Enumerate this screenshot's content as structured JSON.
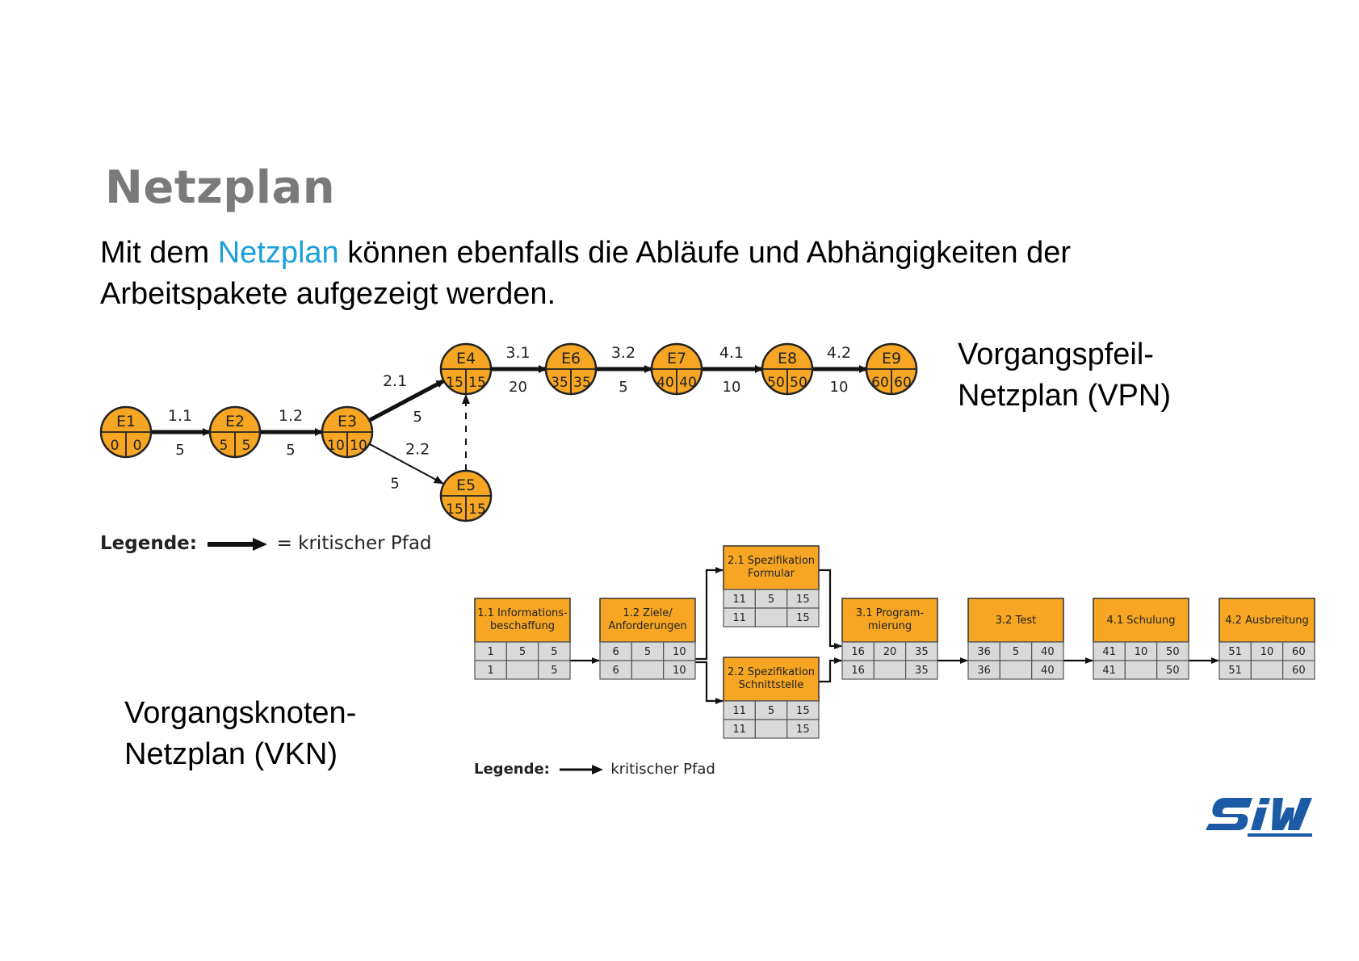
{
  "page": {
    "title": "Netzplan",
    "intro_before": "Mit dem ",
    "intro_highlight": "Netzplan",
    "intro_after": " können ebenfalls die Abläufe und Abhängigkeiten der Arbeitspakete aufgezeigt werden.",
    "vpn_label_line1": "Vorgangspfeil-",
    "vpn_label_line2": "Netzplan (VPN)",
    "vkn_label_line1": "Vorgangsknoten-",
    "vkn_label_line2": "Netzplan (VKN)",
    "logo_text": "SIW"
  },
  "colors": {
    "node_fill": "#f6a623",
    "title_gray": "#7a7a7a",
    "highlight": "#1aa0dc",
    "table_fill": "#d9d9d9",
    "logo_blue": "#1c5aa6"
  },
  "vpn": {
    "legend_label": "Legende:",
    "legend_text": "= kritischer Pfad",
    "events": [
      {
        "id": "E1",
        "name": "E1",
        "earliest": "0",
        "latest": "0"
      },
      {
        "id": "E2",
        "name": "E2",
        "earliest": "5",
        "latest": "5"
      },
      {
        "id": "E3",
        "name": "E3",
        "earliest": "10",
        "latest": "10"
      },
      {
        "id": "E4",
        "name": "E4",
        "earliest": "15",
        "latest": "15"
      },
      {
        "id": "E5",
        "name": "E5",
        "earliest": "15",
        "latest": "15"
      },
      {
        "id": "E6",
        "name": "E6",
        "earliest": "35",
        "latest": "35"
      },
      {
        "id": "E7",
        "name": "E7",
        "earliest": "40",
        "latest": "40"
      },
      {
        "id": "E8",
        "name": "E8",
        "earliest": "50",
        "latest": "50"
      },
      {
        "id": "E9",
        "name": "E9",
        "earliest": "60",
        "latest": "60"
      }
    ],
    "activities": [
      {
        "from": "E1",
        "to": "E2",
        "name": "1.1",
        "duration": "5",
        "critical": true
      },
      {
        "from": "E2",
        "to": "E3",
        "name": "1.2",
        "duration": "5",
        "critical": true
      },
      {
        "from": "E3",
        "to": "E4",
        "name": "2.1",
        "duration": "5",
        "critical": true
      },
      {
        "from": "E3",
        "to": "E5",
        "name": "2.2",
        "duration": "5",
        "critical": false
      },
      {
        "from": "E5",
        "to": "E4",
        "name": "",
        "duration": "",
        "critical": false,
        "dummy": true
      },
      {
        "from": "E4",
        "to": "E6",
        "name": "3.1",
        "duration": "20",
        "critical": true
      },
      {
        "from": "E6",
        "to": "E7",
        "name": "3.2",
        "duration": "5",
        "critical": true
      },
      {
        "from": "E7",
        "to": "E8",
        "name": "4.1",
        "duration": "10",
        "critical": true
      },
      {
        "from": "E8",
        "to": "E9",
        "name": "4.2",
        "duration": "10",
        "critical": true
      }
    ]
  },
  "vkn": {
    "legend_label": "Legende:",
    "legend_text": "kritischer Pfad",
    "nodes": [
      {
        "id": "n11",
        "line1": "1.1 Informations-",
        "line2": "beschaffung",
        "row1": [
          "1",
          "5",
          "5"
        ],
        "row2": [
          "1",
          "",
          "5"
        ]
      },
      {
        "id": "n12",
        "line1": "1.2 Ziele/",
        "line2": "Anforderungen",
        "row1": [
          "6",
          "5",
          "10"
        ],
        "row2": [
          "6",
          "",
          "10"
        ]
      },
      {
        "id": "n21",
        "line1": "2.1 Spezifikation",
        "line2": "Formular",
        "row1": [
          "11",
          "5",
          "15"
        ],
        "row2": [
          "11",
          "",
          "15"
        ]
      },
      {
        "id": "n22",
        "line1": "2.2 Spezifikation",
        "line2": "Schnittstelle",
        "row1": [
          "11",
          "5",
          "15"
        ],
        "row2": [
          "11",
          "",
          "15"
        ]
      },
      {
        "id": "n31",
        "line1": "3.1 Program-",
        "line2": "mierung",
        "row1": [
          "16",
          "20",
          "35"
        ],
        "row2": [
          "16",
          "",
          "35"
        ]
      },
      {
        "id": "n32",
        "line1": "3.2 Test",
        "line2": "",
        "row1": [
          "36",
          "5",
          "40"
        ],
        "row2": [
          "36",
          "",
          "40"
        ]
      },
      {
        "id": "n41",
        "line1": "4.1 Schulung",
        "line2": "",
        "row1": [
          "41",
          "10",
          "50"
        ],
        "row2": [
          "41",
          "",
          "50"
        ]
      },
      {
        "id": "n42",
        "line1": "4.2 Ausbreitung",
        "line2": "",
        "row1": [
          "51",
          "10",
          "60"
        ],
        "row2": [
          "51",
          "",
          "60"
        ]
      }
    ]
  }
}
